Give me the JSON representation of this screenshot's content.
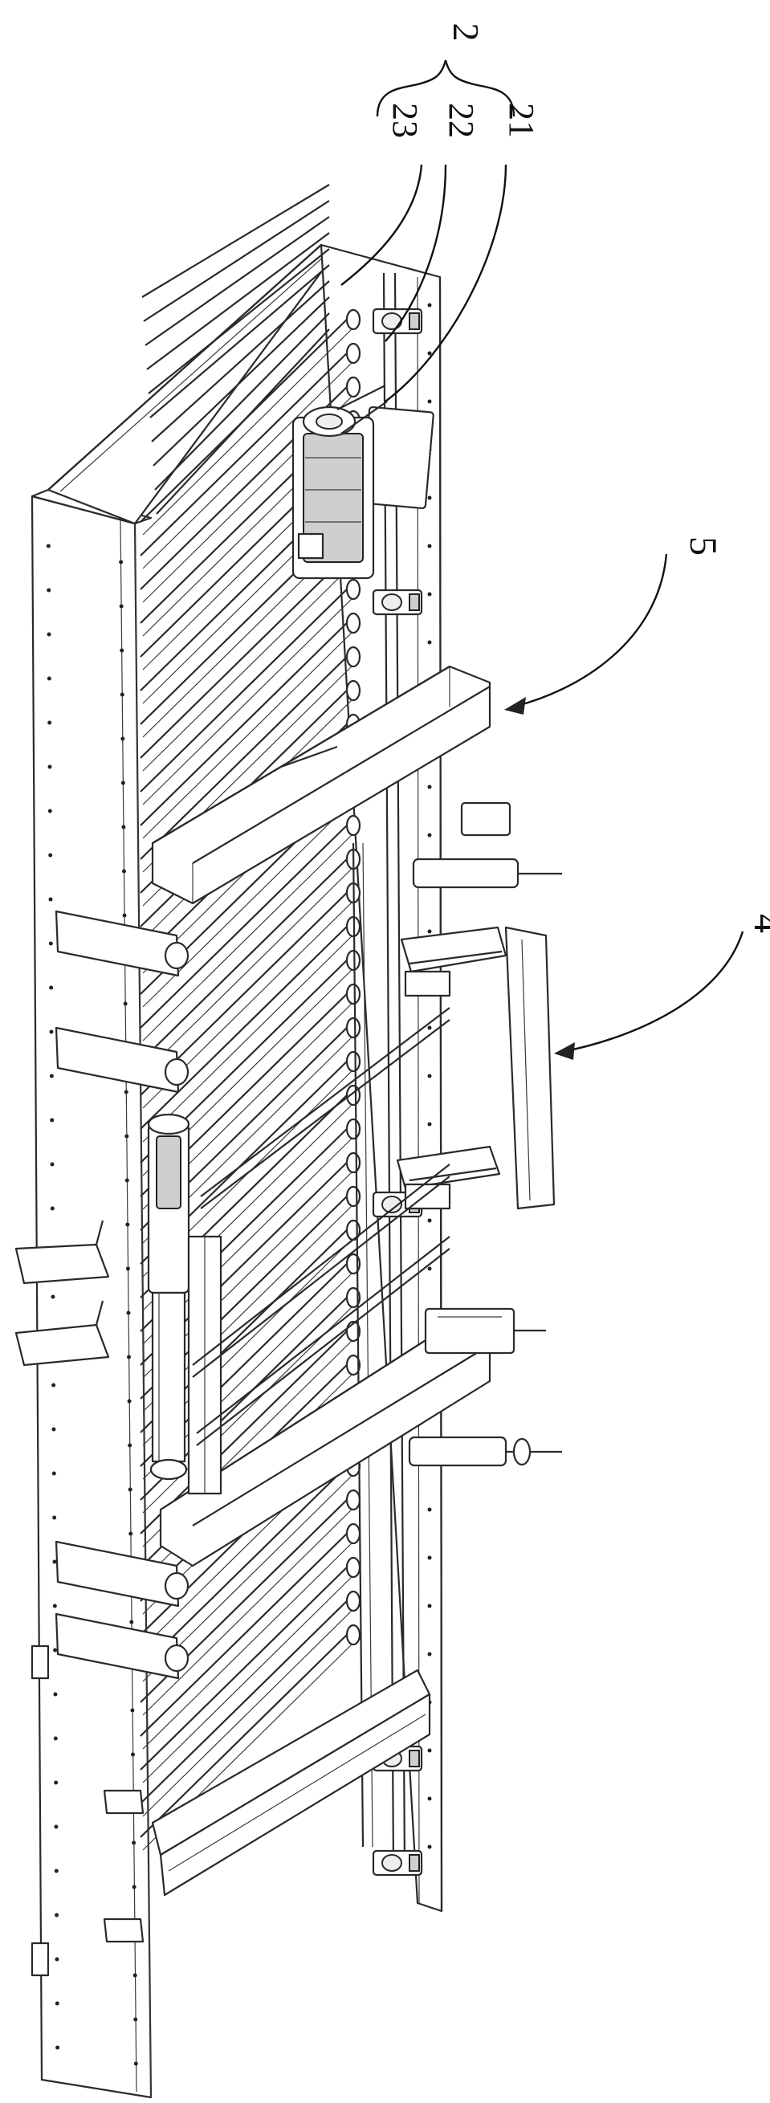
{
  "figure": {
    "reference_labels": [
      {
        "id": "label-2",
        "text": "2",
        "rotated": true
      },
      {
        "id": "label-23",
        "text": "23",
        "rotated": true
      },
      {
        "id": "label-22",
        "text": "22",
        "rotated": true
      },
      {
        "id": "label-21",
        "text": "21",
        "rotated": true
      },
      {
        "id": "label-5",
        "text": "5",
        "rotated": true
      },
      {
        "id": "label-4",
        "text": "4",
        "rotated": true
      }
    ],
    "icons": [
      "leader-arrow-icon",
      "brace-icon"
    ]
  }
}
